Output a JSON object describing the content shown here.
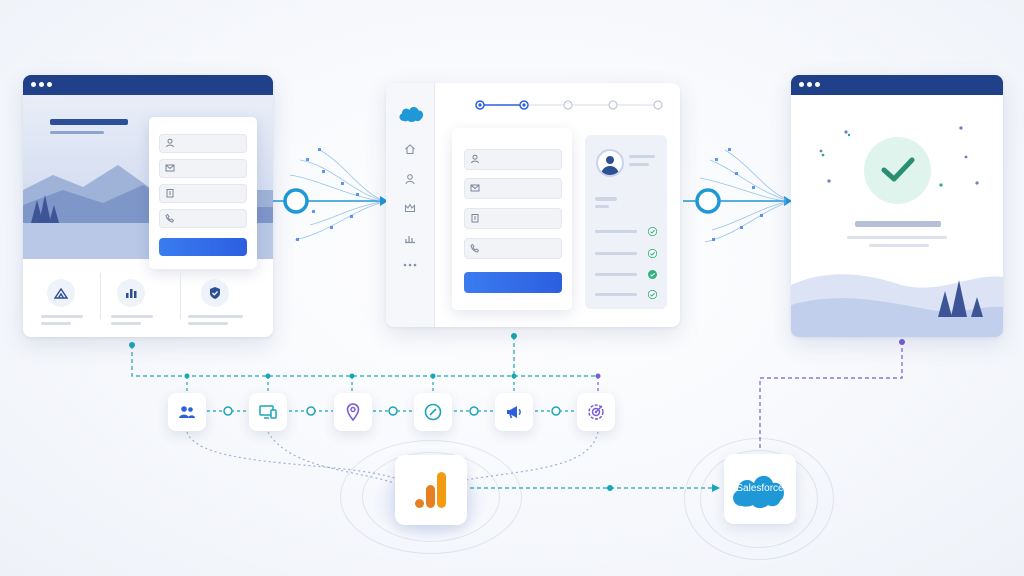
{
  "salesforce_node": {
    "label": "Salesforce"
  },
  "colors": {
    "navy": "#20418a",
    "blue": "#2c5fe0",
    "teal": "#1aa6b7",
    "green": "#2fb37e",
    "purple": "#7a5cd6",
    "orange": "#f39c12",
    "sky": "#1e98d7"
  },
  "icons": {
    "left_form": [
      "user-icon",
      "mail-icon",
      "building-icon",
      "phone-icon"
    ],
    "left_features": [
      "mountain-icon",
      "bar-chart-icon",
      "shield-icon"
    ],
    "center_sidebar": [
      "salesforce-cloud-icon",
      "home-icon",
      "user-icon",
      "crown-icon",
      "bar-chart-icon",
      "more-icon"
    ],
    "tracking_nodes": [
      "users-icon",
      "devices-icon",
      "location-pin-icon",
      "compass-icon",
      "megaphone-icon",
      "target-icon"
    ],
    "analytics_node": "google-analytics-icon"
  },
  "progress": {
    "steps_total": 5,
    "steps_completed": 2
  },
  "checklist": {
    "items_checked": 4
  }
}
